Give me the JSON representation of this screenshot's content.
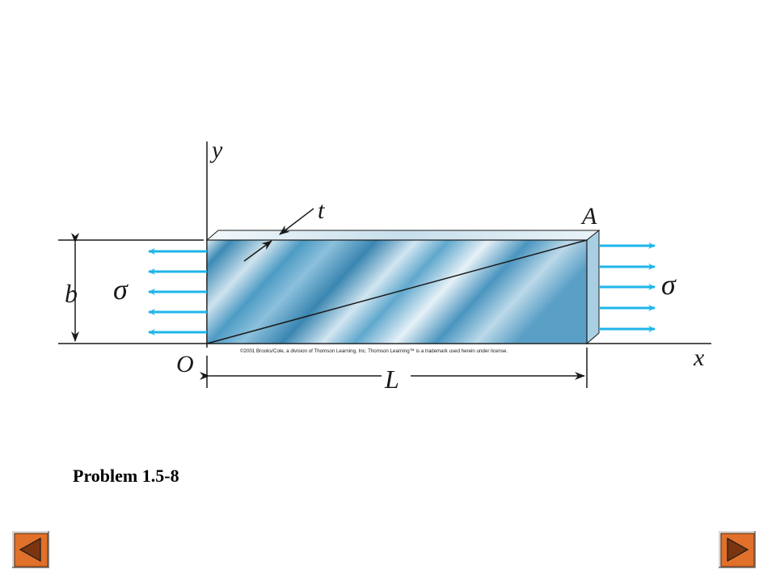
{
  "diagram": {
    "labels": {
      "y_axis": "y",
      "x_axis": "x",
      "origin": "O",
      "point_a": "A",
      "thickness": "t",
      "width": "b",
      "length": "L",
      "stress_left": "σ",
      "stress_right": "σ"
    },
    "copyright": "©2001 Brooks/Cole, a division of Thomson Learning, Inc.  Thomson Learning™ is a trademark used herein under license.",
    "colors": {
      "arrow": "#1fb5ea",
      "plate_light": "#e8f2f8",
      "plate_mid": "#5da8cc",
      "plate_dark": "#2f7fab",
      "line": "#1a1a1a"
    }
  },
  "caption": "Problem 1.5-8",
  "nav": {
    "prev_icon": "triangle-left-icon",
    "next_icon": "triangle-right-icon",
    "button_color": "#e0702a"
  }
}
